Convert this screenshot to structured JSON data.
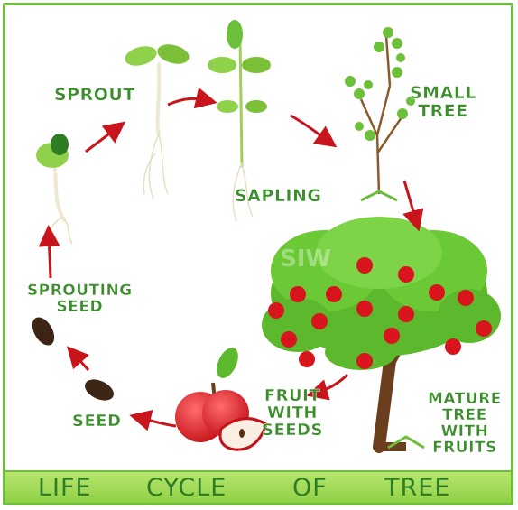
{
  "labels": {
    "sprout": "SPROUT",
    "small_tree": "SMALL\nTREE",
    "sapling": "SAPLING",
    "sprouting_seed": "SPROUTING\nSEED",
    "seed": "SEED",
    "fruit_with_seeds": "FRUIT\nWITH\nSEEDS",
    "mature_tree": "MATURE\nTREE\nWITH\nFRUITS"
  },
  "title": {
    "word1": "LIFE",
    "word2": "CYCLE",
    "word3": "OF",
    "word4": "TREE"
  },
  "colors": {
    "label_green": "#3a8f2a",
    "arrow_red": "#c8151b",
    "frame_green": "#6bbf3a"
  }
}
